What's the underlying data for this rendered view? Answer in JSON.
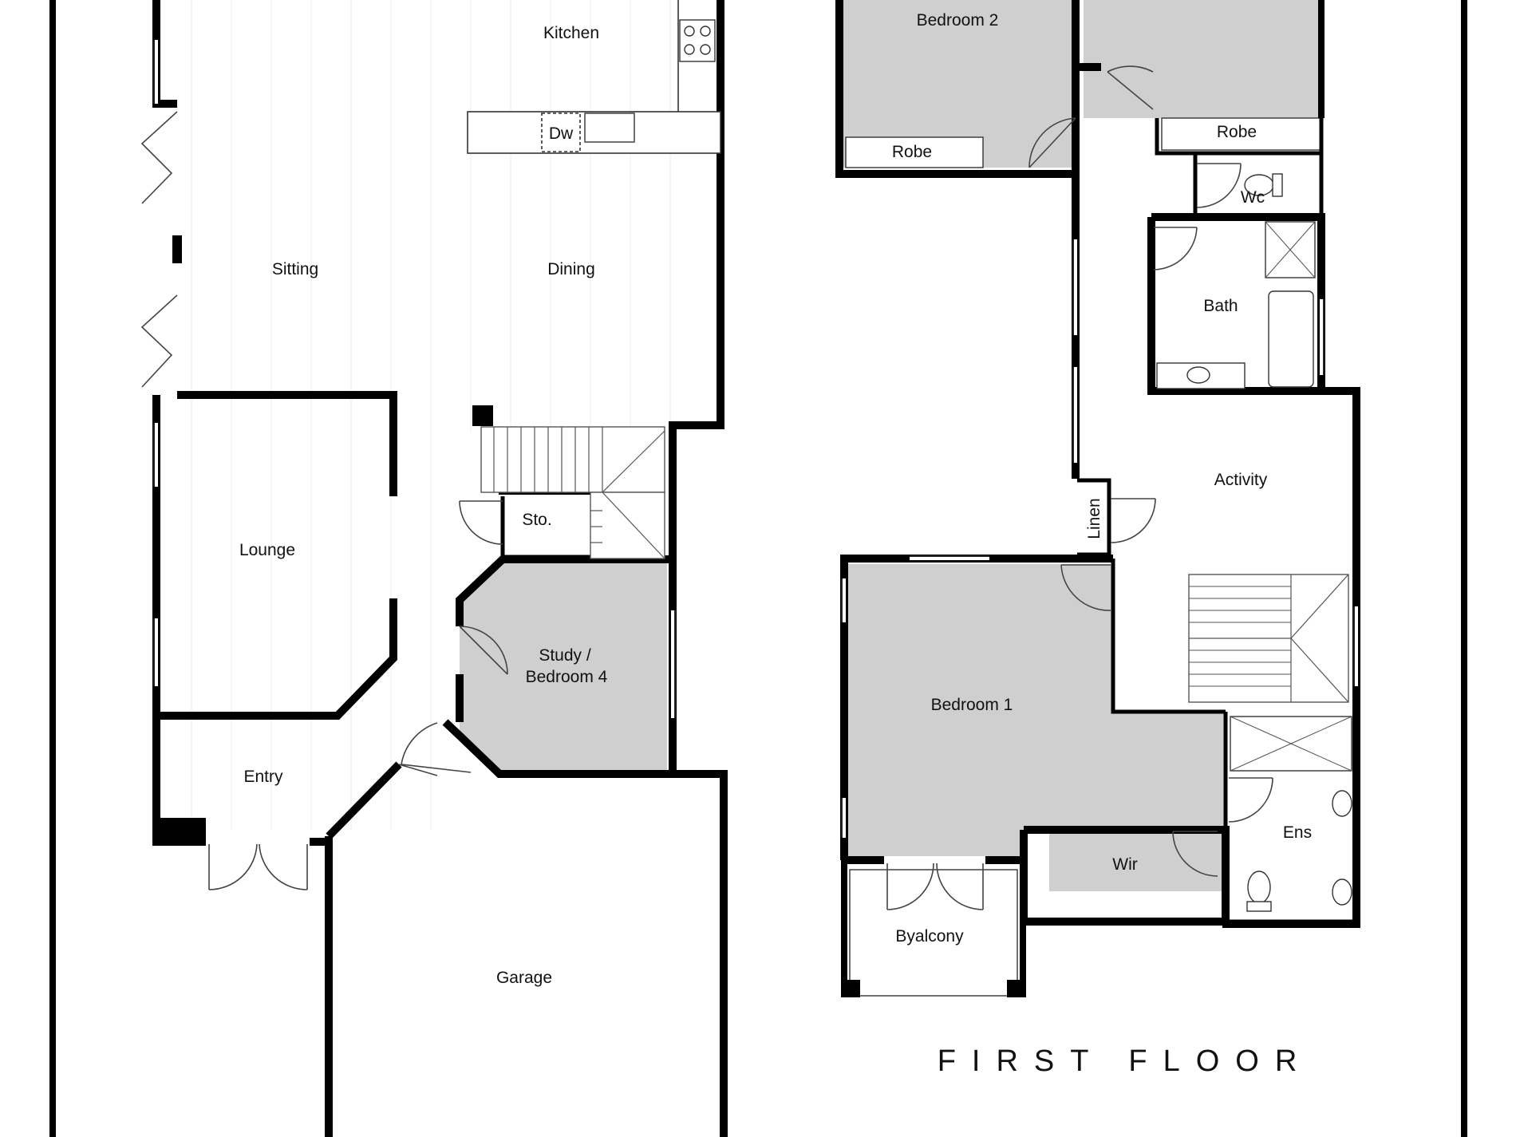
{
  "colors": {
    "wall": "#000000",
    "shaded_room": "#cfcfcf",
    "background": "#ffffff"
  },
  "floor_titles": {
    "first_floor": "FIRST FLOOR"
  },
  "ground_floor_rooms": {
    "kitchen": "Kitchen",
    "dishwasher": "Dw",
    "sitting": "Sitting",
    "dining": "Dining",
    "lounge": "Lounge",
    "storage": "Sto.",
    "study_line1": "Study /",
    "study_line2": "Bedroom 4",
    "entry": "Entry",
    "garage": "Garage"
  },
  "first_floor_rooms": {
    "bedroom2": "Bedroom 2",
    "robe_bed2": "Robe",
    "robe_bed3": "Robe",
    "wc": "Wc",
    "bath": "Bath",
    "activity": "Activity",
    "linen": "Linen",
    "bedroom1": "Bedroom 1",
    "wir": "Wir",
    "ensuite": "Ens",
    "balcony": "Byalcony"
  }
}
